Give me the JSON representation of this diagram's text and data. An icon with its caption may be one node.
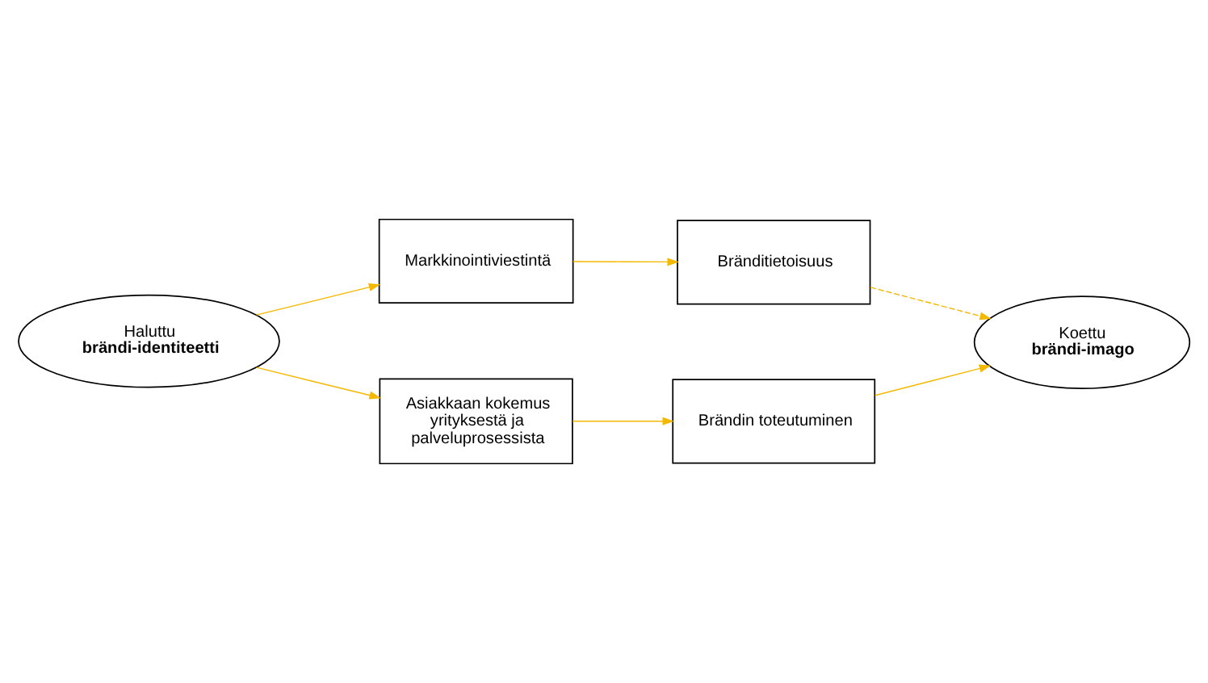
{
  "diagram": {
    "nodes": [
      {
        "text": [
          "Markkinointiviestintä"
        ]
      },
      {
        "text": [
          "Bränditietoisuus"
        ]
      },
      {
        "text": [
          "Haluttu",
          "brändi-identiteetti"
        ]
      },
      {
        "text": [
          "Koettu",
          "brändi-imago"
        ]
      },
      {
        "text": [
          "Asiakkaan kokemus yrityksestä ja palveluprosessista"
        ]
      },
      {
        "text": [
          "Brändin toteutuminen"
        ]
      }
    ],
    "edges": [
      {
        "from": 2,
        "to": 0,
        "arrow": "to"
      },
      {
        "from": 0,
        "to": 1,
        "arrow": "to"
      },
      {
        "from": 1,
        "to": 3,
        "arrow": "to",
        "style": "dashed"
      },
      {
        "from": 2,
        "to": 4,
        "arrow": "to"
      },
      {
        "from": 4,
        "to": 5,
        "arrow": "to"
      },
      {
        "from": 5,
        "to": 3,
        "arrow": "to"
      }
    ]
  }
}
